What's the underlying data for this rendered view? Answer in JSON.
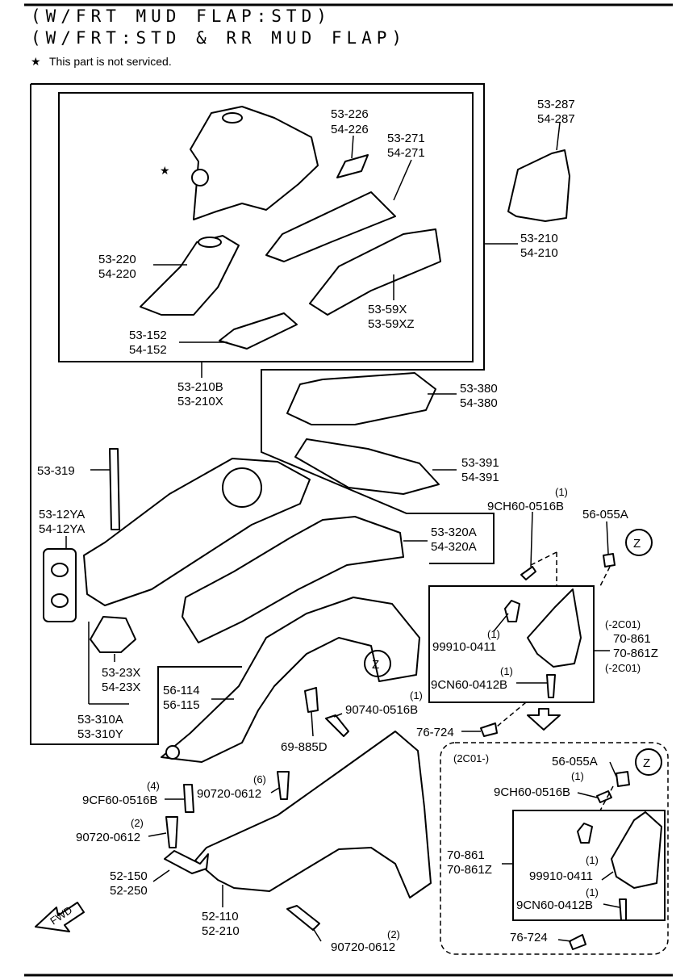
{
  "header": {
    "line1": "(W/FRT MUD FLAP:STD)",
    "line2": "(W/FRT:STD & RR MUD FLAP)",
    "star_glyph": "★",
    "note": "This part is not serviced."
  },
  "callouts": {
    "p53_287": "53-287",
    "p54_287": "54-287",
    "p53_226": "53-226",
    "p54_226": "54-226",
    "p53_271": "53-271",
    "p54_271": "54-271",
    "p53_210": "53-210",
    "p54_210": "54-210",
    "p53_220": "53-220",
    "p54_220": "54-220",
    "p53_59x": "53-59X",
    "p53_59xz": "53-59XZ",
    "p53_152": "53-152",
    "p54_152": "54-152",
    "p53_210b": "53-210B",
    "p53_210x": "53-210X",
    "p53_380": "53-380",
    "p54_380": "54-380",
    "p53_391": "53-391",
    "p54_391": "54-391",
    "p53_319": "53-319",
    "p53_12ya": "53-12YA",
    "p54_12ya": "54-12YA",
    "p53_320a": "53-320A",
    "p54_320a": "54-320A",
    "qty1_a": "(1)",
    "p9ch60_a": "9CH60-0516B",
    "p56_055a_a": "56-055A",
    "zone_z": "Z",
    "qty1_b": "(1)",
    "p99910_a": "99910-0411",
    "qty1_c": "(1)",
    "p9cn60_a": "9CN60-0412B",
    "range_a": "(-2C01)",
    "p70_861_a": "70-861",
    "p70_861z_a": "70-861Z",
    "range_b": "(-2C01)",
    "p53_23x": "53-23X",
    "p54_23x": "54-23X",
    "p53_310a": "53-310A",
    "p53_310y": "53-310Y",
    "p56_114": "56-114",
    "p56_115": "56-115",
    "qty1_d": "(1)",
    "p90740": "90740-0516B",
    "p69_885d": "69-885D",
    "p76_724_a": "76-724",
    "range_c": "(2C01-)",
    "p56_055a_b": "56-055A",
    "qty1_e": "(1)",
    "p9ch60_b": "9CH60-0516B",
    "qty4": "(4)",
    "p9cf60": "9CF60-0516B",
    "qty6": "(6)",
    "p90720_a": "90720-0612",
    "qty2_a": "(2)",
    "p90720_b": "90720-0612",
    "p70_861_b": "70-861",
    "p70_861z_b": "70-861Z",
    "qty1_f": "(1)",
    "p99910_b": "99910-0411",
    "qty1_g": "(1)",
    "p9cn60_b": "9CN60-0412B",
    "p52_150": "52-150",
    "p52_250": "52-250",
    "p52_110": "52-110",
    "p52_210": "52-210",
    "qty2_b": "(2)",
    "p90720_c": "90720-0612",
    "p76_724_b": "76-724",
    "fwd": "FWD"
  }
}
